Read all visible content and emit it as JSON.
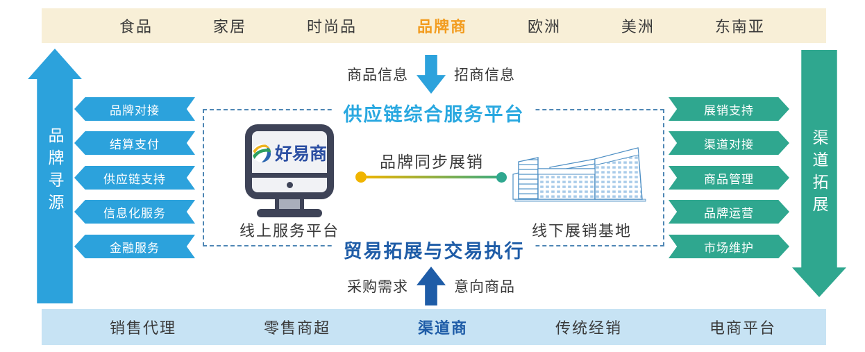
{
  "top_bar": {
    "bg": "#F8EFD7",
    "items": [
      "食品",
      "家居",
      "时尚品",
      "品牌商",
      "欧洲",
      "美洲",
      "东南亚"
    ],
    "highlight_item": "品牌商",
    "highlight_color": "#F29C1F"
  },
  "bottom_bar": {
    "bg": "#C7E3F4",
    "items": [
      "销售代理",
      "零售商超",
      "渠道商",
      "传统经销",
      "电商平台"
    ],
    "highlight_item": "渠道商",
    "highlight_color": "#1E5CA7"
  },
  "left_arrow": {
    "label": "品牌寻源",
    "color": "#2CA2DC",
    "direction": "up"
  },
  "right_arrow": {
    "label": "渠道拓展",
    "color": "#2FA78F",
    "direction": "down"
  },
  "left_services": {
    "color": "#2CA2DC",
    "items": [
      "品牌对接",
      "结算支付",
      "供应链支持",
      "信息化服务",
      "金融服务"
    ]
  },
  "right_services": {
    "color": "#2FA78F",
    "items": [
      "展销支持",
      "渠道对接",
      "商品管理",
      "品牌运营",
      "市场维护"
    ]
  },
  "platform": {
    "top_title": "供应链综合服务平台",
    "top_title_color": "#29A8E0",
    "bottom_title": "贸易拓展与交易执行",
    "bottom_title_color": "#1E5CA7"
  },
  "flows": {
    "top_left": "商品信息",
    "top_right": "招商信息",
    "top_arrow_color": "#2CA2DC",
    "bottom_left": "采购需求",
    "bottom_right": "意向商品",
    "bottom_arrow_color": "#1E5CA7"
  },
  "online_platform": {
    "logo_text": "好易商",
    "label": "线上服务平台"
  },
  "offline_base": {
    "label": "线下展销基地"
  },
  "sync": {
    "label": "品牌同步展销",
    "line_from_color": "#F0B400",
    "line_to_color": "#2FA78F"
  }
}
